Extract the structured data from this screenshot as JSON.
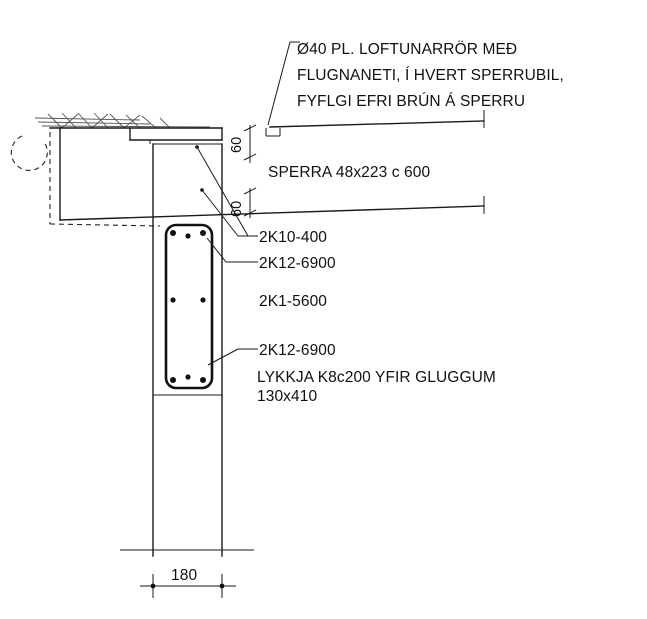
{
  "notes": {
    "vent_line1": "Ø40 PL. LOFTUNARRÖR MEÐ",
    "vent_line2": "FLUGNANETI, Í HVERT SPERRUBIL,",
    "vent_line3": "FYFLGI EFRI BRÚN Á SPERRU",
    "rafter": "SPERRA 48x223 c 600",
    "rebar_top": "2K10-400",
    "rebar_upper": "2K12-6900",
    "stirrup": "2K1-5600",
    "rebar_lower": "2K12-6900",
    "lintel_line1": "LYKKJA K8c200 YFIR GLUGGUM",
    "lintel_line2": "130x410"
  },
  "dimensions": {
    "top_offset": "60",
    "bottom_offset": "60",
    "wall_width": "180"
  },
  "colors": {
    "line": "#1a1a1a",
    "background": "#ffffff"
  }
}
